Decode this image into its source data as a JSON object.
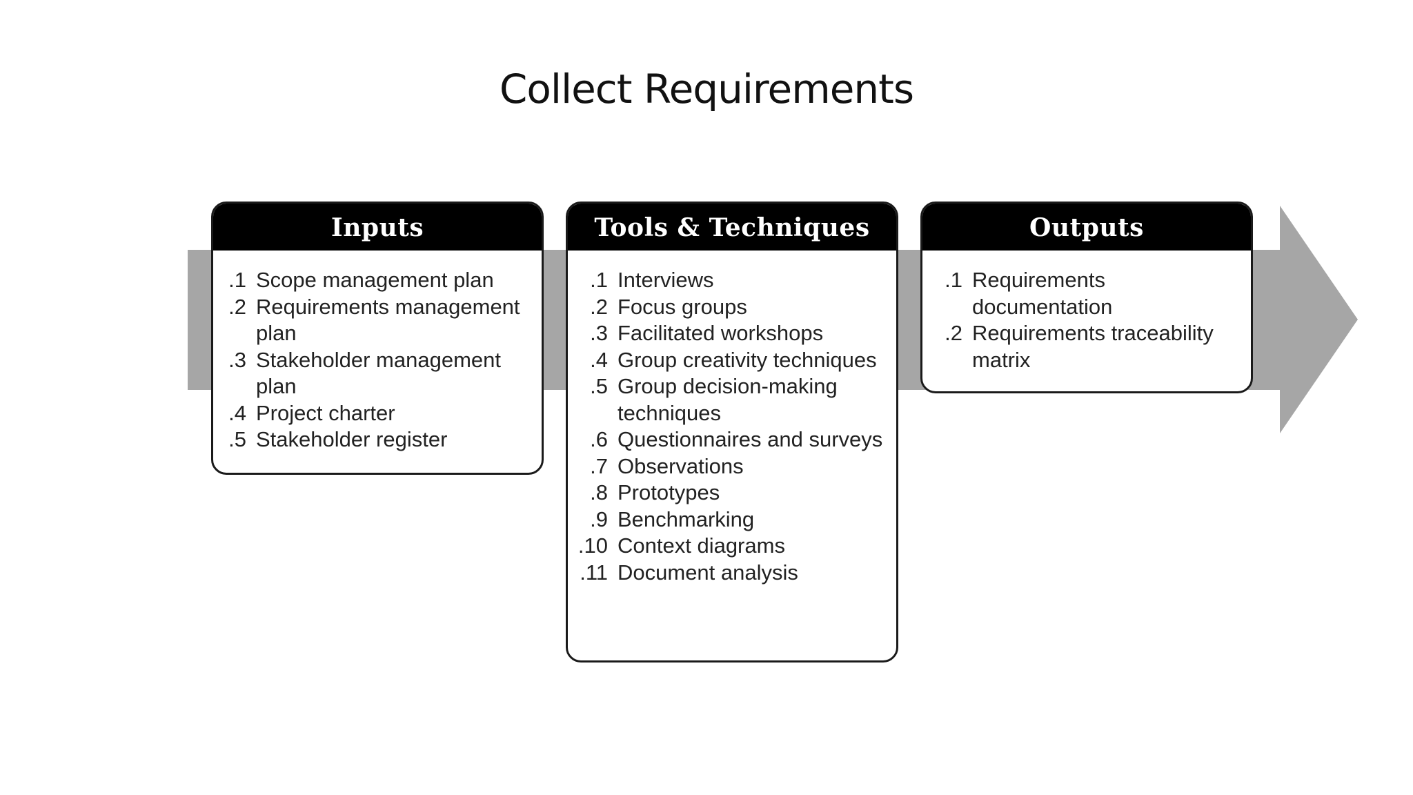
{
  "title": "Collect Requirements",
  "colors": {
    "arrow": "#a6a6a6",
    "header_bg": "#000000",
    "header_text": "#ffffff",
    "border": "#1a1a1a",
    "item_text": "#222222"
  },
  "inputs": {
    "header": "Inputs",
    "items": [
      {
        "num": ".1",
        "text": "Scope management plan"
      },
      {
        "num": ".2",
        "text": "Requirements management plan"
      },
      {
        "num": ".3",
        "text": "Stakeholder management plan"
      },
      {
        "num": ".4",
        "text": "Project charter"
      },
      {
        "num": ".5",
        "text": "Stakeholder register"
      }
    ]
  },
  "tools": {
    "header": "Tools & Techniques",
    "items": [
      {
        "num": ".1",
        "text": "Interviews"
      },
      {
        "num": ".2",
        "text": "Focus groups"
      },
      {
        "num": ".3",
        "text": "Facilitated workshops"
      },
      {
        "num": ".4",
        "text": "Group creativity techniques"
      },
      {
        "num": ".5",
        "text": "Group decision-making techniques"
      },
      {
        "num": ".6",
        "text": "Questionnaires and surveys"
      },
      {
        "num": ".7",
        "text": "Observations"
      },
      {
        "num": ".8",
        "text": "Prototypes"
      },
      {
        "num": ".9",
        "text": "Benchmarking"
      },
      {
        "num": ".10",
        "text": "Context diagrams"
      },
      {
        "num": ".11",
        "text": "Document analysis"
      }
    ]
  },
  "outputs": {
    "header": "Outputs",
    "items": [
      {
        "num": ".1",
        "text": "Requirements documentation"
      },
      {
        "num": ".2",
        "text": "Requirements traceability matrix"
      }
    ]
  }
}
